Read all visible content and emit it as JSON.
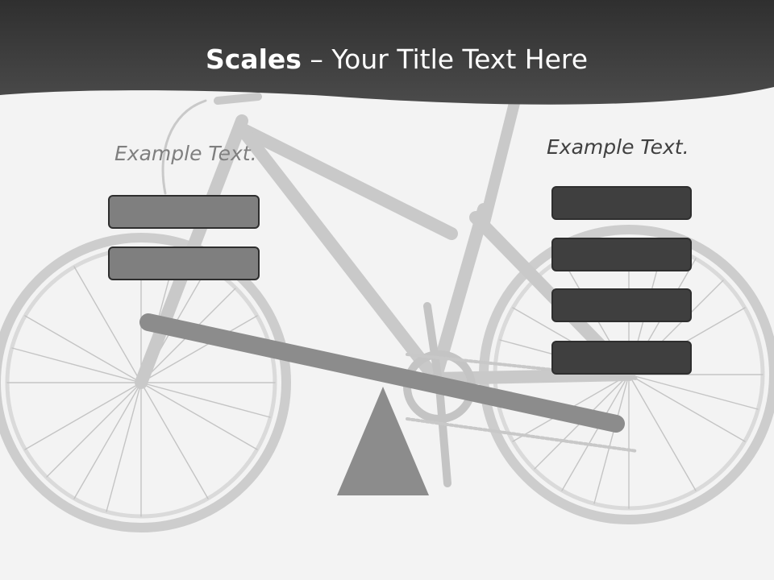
{
  "slide": {
    "title_bold": "Scales",
    "title_rest": " – Your Title Text Here"
  },
  "left_panel": {
    "label": "Example Text.",
    "boxes": 2,
    "box_color": "#7f7f7f"
  },
  "right_panel": {
    "label": "Example Text.",
    "boxes": 4,
    "box_color": "#3f3f3f"
  },
  "colors": {
    "header": "#404040",
    "background": "#f3f3f3",
    "scale": "#8c8c8c",
    "bike": "#c8c8c8"
  }
}
